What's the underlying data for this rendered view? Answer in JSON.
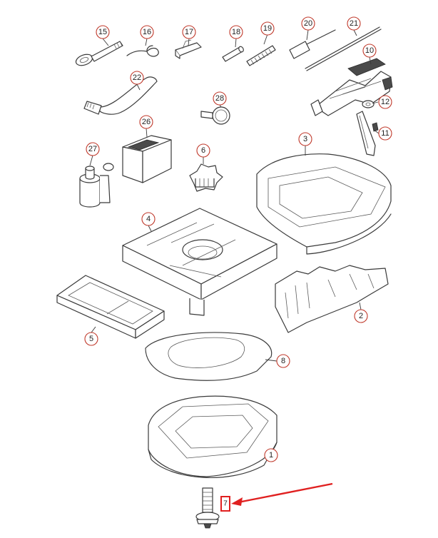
{
  "callouts": [
    "1",
    "2",
    "3",
    "4",
    "5",
    "6",
    "7",
    "8",
    "10",
    "11",
    "12",
    "15",
    "16",
    "17",
    "18",
    "19",
    "20",
    "21",
    "22",
    "26",
    "27",
    "28"
  ],
  "colors": {
    "callout_border": "#c0392b",
    "line_art": "#3a3a3a",
    "highlight_arrow": "#e02020",
    "highlight_box": "#e02020"
  },
  "highlight": {
    "target_callout": "7"
  }
}
